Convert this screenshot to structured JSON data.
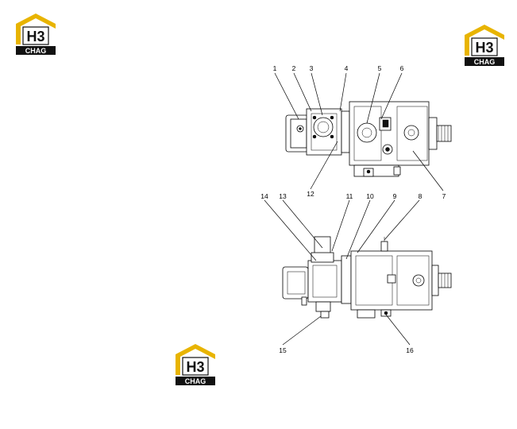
{
  "brand": {
    "logo_text": "CHAG",
    "colors": {
      "yellow": "#e8b400",
      "black": "#111111",
      "white": "#ffffff"
    }
  },
  "callouts": [
    "1",
    "2",
    "3",
    "4",
    "5",
    "6",
    "7",
    "8",
    "9",
    "10",
    "11",
    "12",
    "13",
    "14",
    "15",
    "16"
  ]
}
